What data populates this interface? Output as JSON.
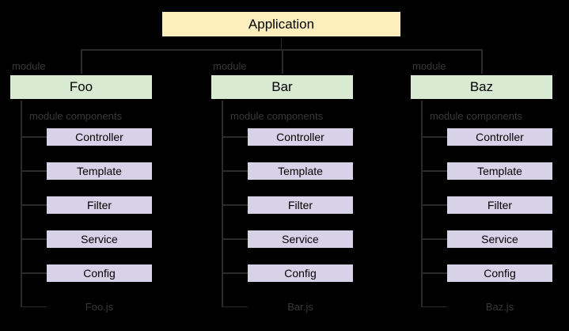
{
  "app": {
    "label": "Application"
  },
  "labels": {
    "module": "module",
    "components": "module components"
  },
  "modules": [
    {
      "name": "Foo",
      "file": "Foo.js",
      "components": [
        "Controller",
        "Template",
        "Filter",
        "Service",
        "Config"
      ]
    },
    {
      "name": "Bar",
      "file": "Bar.js",
      "components": [
        "Controller",
        "Template",
        "Filter",
        "Service",
        "Config"
      ]
    },
    {
      "name": "Baz",
      "file": "Baz.js",
      "components": [
        "Controller",
        "Template",
        "Filter",
        "Service",
        "Config"
      ]
    }
  ],
  "colors": {
    "background": "#000000",
    "application_fill": "#fdeebd",
    "module_fill": "#d9ead3",
    "component_fill": "#d8d2e8",
    "connector_line": "#2a2a2a",
    "faint_text": "#383838",
    "box_text": "#000000"
  }
}
